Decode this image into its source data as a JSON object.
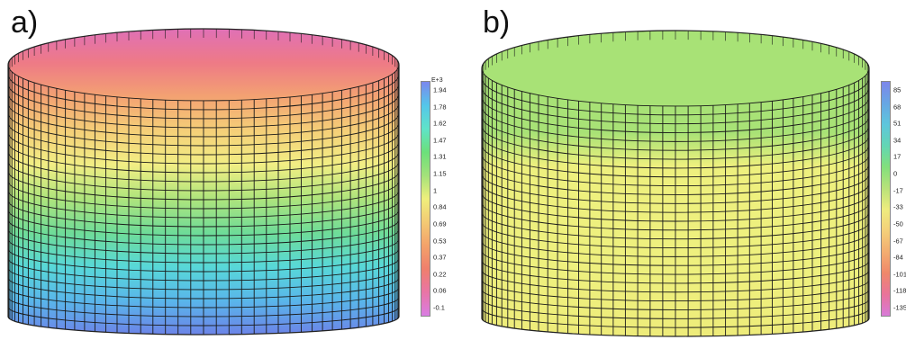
{
  "panels": [
    {
      "label": "a)",
      "colorbar_unit": "E+3",
      "colorbar_ticks": [
        "1.94",
        "1.78",
        "1.62",
        "1.47",
        "1.31",
        "1.15",
        "1",
        "0.84",
        "0.69",
        "0.53",
        "0.37",
        "0.22",
        "0.06",
        "-0.1"
      ],
      "colorbar_colors": [
        "#7c88ee",
        "#54c6ea",
        "#5fe3c9",
        "#6be07a",
        "#a3e27a",
        "#efef7c",
        "#f3ca74",
        "#f3a26a",
        "#ef7f6c",
        "#e975a6",
        "#d97de3"
      ],
      "tank_bands": [
        "#e070b6",
        "#ee7a86",
        "#f3a272",
        "#f5cf78",
        "#f2ee84",
        "#aee47c",
        "#6fdc98",
        "#58d8d8",
        "#59b6ea",
        "#6c84e8"
      ]
    },
    {
      "label": "b)",
      "colorbar_unit": "",
      "colorbar_ticks": [
        "85",
        "68",
        "51",
        "34",
        "17",
        "0",
        "-17",
        "-33",
        "-50",
        "-67",
        "-84",
        "-101",
        "-118",
        "-135"
      ],
      "colorbar_colors": [
        "#7d86ea",
        "#67a6e4",
        "#5ec6dc",
        "#62d6b4",
        "#82e07c",
        "#b8e27a",
        "#eeec7e",
        "#f4d07a",
        "#f3ad70",
        "#ef886a",
        "#e9739a",
        "#d87ad8"
      ],
      "tank_bands": [
        "#a8e276",
        "#a8e276",
        "#a8e276",
        "#a8e276",
        "#eef07e",
        "#eef07e",
        "#eef07e",
        "#eef07e",
        "#eeee7c",
        "#eeec7a"
      ]
    }
  ]
}
